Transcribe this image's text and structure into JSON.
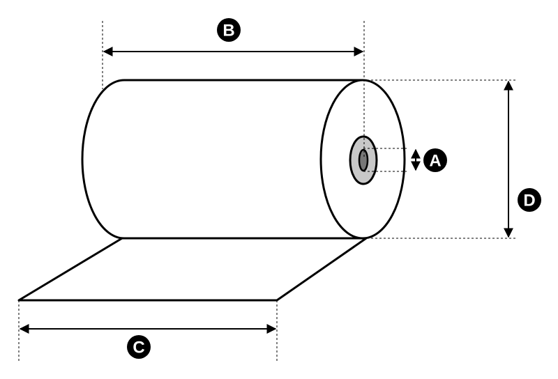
{
  "labels": {
    "core_diameter": "A",
    "roll_width": "B",
    "paper_width": "C",
    "roll_diameter": "D"
  },
  "colors": {
    "core_outer": "#c8c8c8",
    "core_inner": "#777777",
    "outline": "#000000",
    "badge": "#000000",
    "badge_text": "#ffffff",
    "background": "#ffffff"
  }
}
